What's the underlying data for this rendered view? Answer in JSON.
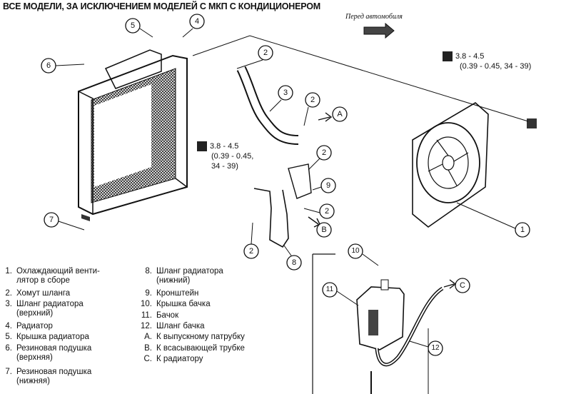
{
  "title": "ВСЕ МОДЕЛИ, ЗА ИСКЛЮЧЕНИЕМ МОДЕЛЕЙ С МКП С КОНДИЦИОНЕРОМ",
  "front_label": "Перед автомобиля",
  "torque": [
    {
      "value": "3.8 - 4.5",
      "detail": "(0.39 - 0.45, 34 - 39)"
    },
    {
      "value": "3.8 - 4.5",
      "detail1": "(0.39 - 0.45,",
      "detail2": "34 - 39)"
    }
  ],
  "callouts": [
    "1",
    "2",
    "2",
    "2",
    "2",
    "2",
    "2",
    "3",
    "4",
    "5",
    "6",
    "7",
    "8",
    "9",
    "10",
    "11",
    "12",
    "A",
    "B",
    "C"
  ],
  "legend": [
    {
      "num": "1.",
      "lines": [
        "Охлаждающий венти-",
        "лятор в сборе"
      ]
    },
    {
      "num": "2.",
      "lines": [
        "Хомут шланга"
      ]
    },
    {
      "num": "3.",
      "lines": [
        "Шланг радиатора",
        "(верхний)"
      ]
    },
    {
      "num": "4.",
      "lines": [
        "Радиатор"
      ]
    },
    {
      "num": "5.",
      "lines": [
        "Крышка радиатора"
      ]
    },
    {
      "num": "6.",
      "lines": [
        "Резиновая подушка",
        "(верхняя)"
      ]
    },
    {
      "num": "7.",
      "lines": [
        "Резиновая подушка",
        "(нижняя)"
      ]
    },
    {
      "num": "8.",
      "lines": [
        "Шланг радиатора",
        "(нижний)"
      ]
    },
    {
      "num": "9.",
      "lines": [
        "Кронштейн"
      ]
    },
    {
      "num": "10.",
      "lines": [
        "Крышка бачка"
      ]
    },
    {
      "num": "11.",
      "lines": [
        "Бачок"
      ]
    },
    {
      "num": "12.",
      "lines": [
        "Шланг бачка"
      ]
    },
    {
      "num": "A.",
      "lines": [
        "К выпускному патрубку"
      ]
    },
    {
      "num": "B.",
      "lines": [
        "К всасывающей трубке"
      ]
    },
    {
      "num": "C.",
      "lines": [
        "К радиатору"
      ]
    }
  ]
}
